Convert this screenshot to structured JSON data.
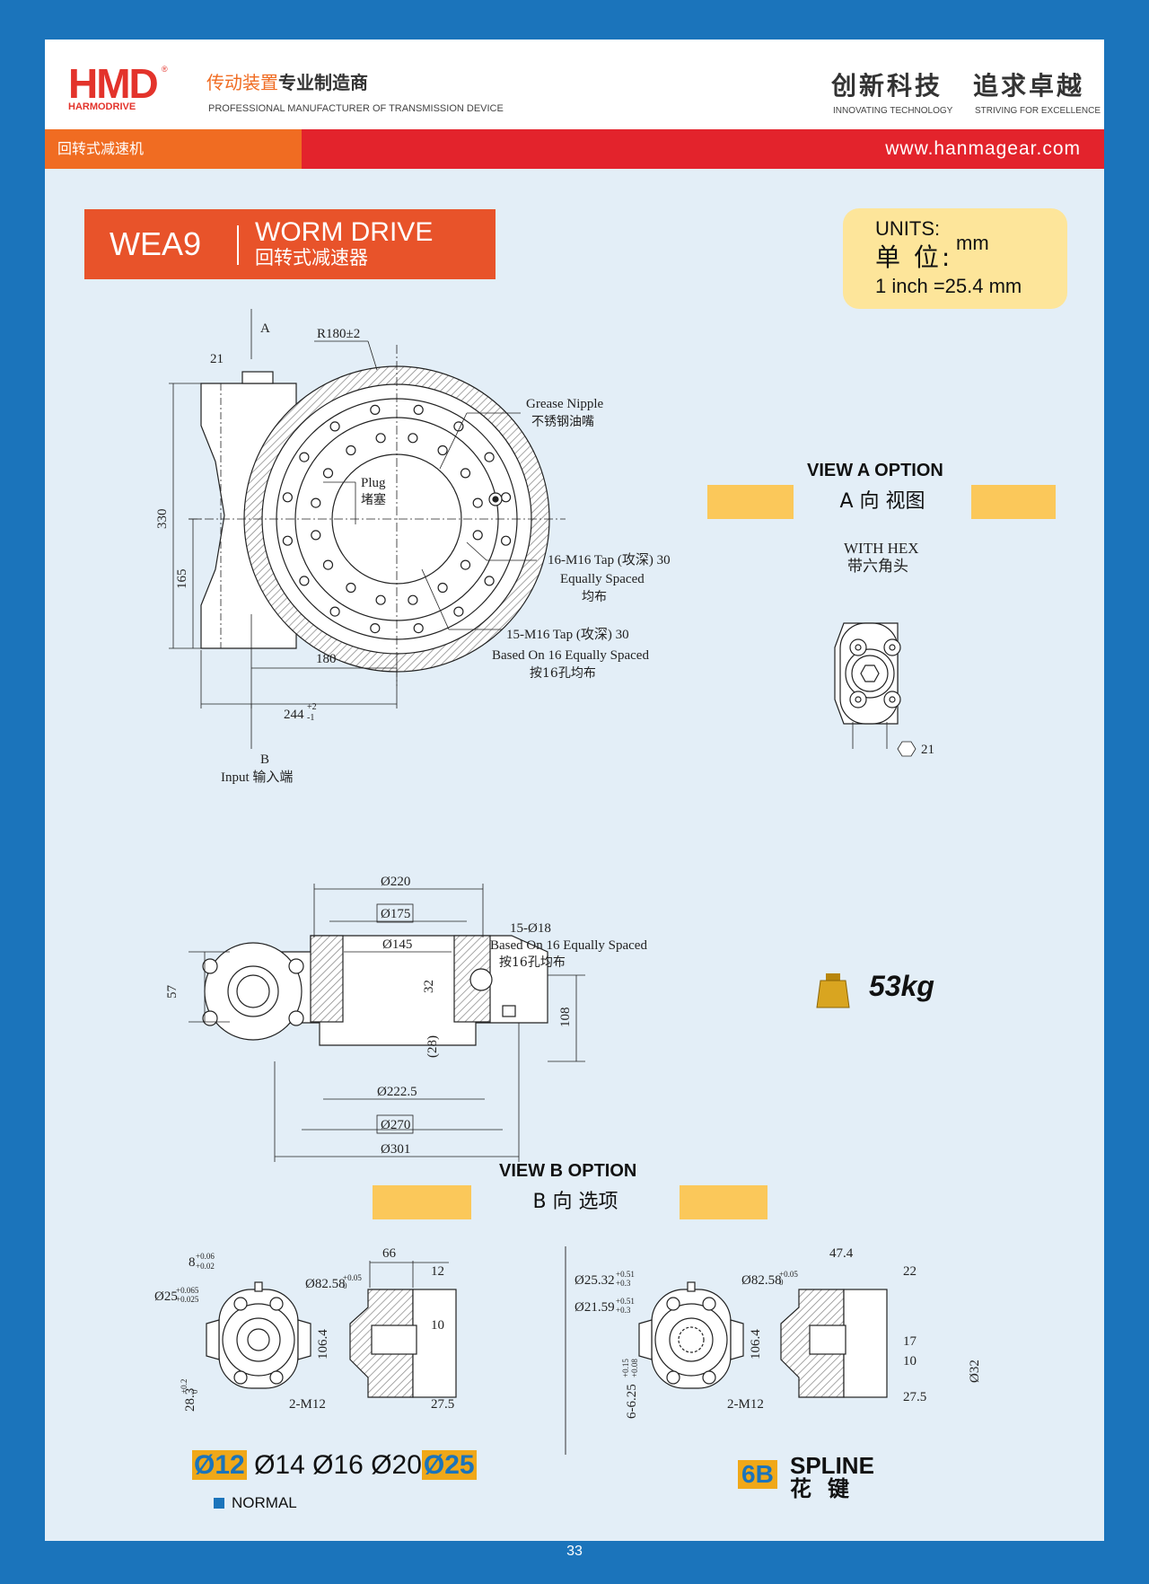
{
  "brand": {
    "logo": "HMD",
    "name": "HARMODRIVE",
    "reg": "®",
    "tagline_orange": "传动装置",
    "tagline_bold": "专业制造商",
    "tagline_en": "PROFESSIONAL MANUFACTURER OF TRANSMISSION DEVICE"
  },
  "slogan": {
    "left_cn": "创新科技",
    "left_en": "INNOVATING TECHNOLOGY",
    "right_cn": "追求卓越",
    "right_en": "STRIVING FOR EXCELLENCE"
  },
  "bar": {
    "category": "回转式减速机",
    "website": "www.hanmagear.com"
  },
  "model": {
    "code": "WEA9",
    "name_en": "WORM DRIVE",
    "name_cn": "回转式减速器"
  },
  "units": {
    "label_en": "UNITS:",
    "label_cn": "单 位:",
    "unit": "mm",
    "conversion": "1 inch =25.4 mm"
  },
  "drawing_top": {
    "A": "A",
    "B": "B",
    "hex": "21",
    "radius": "R180±2",
    "d330": "330",
    "d165": "165",
    "d180": "180",
    "d244": "244",
    "d244_tol_up": "+2",
    "d244_tol_dn": "-1",
    "grease_en": "Grease Nipple",
    "grease_cn": "不锈钢油嘴",
    "plug_en": "Plug",
    "plug_cn": "堵塞",
    "tap16_1": "16-M16 Tap (攻深) 30",
    "tap16_2": "Equally Spaced",
    "tap16_3": "均布",
    "tap15_1": "15-M16 Tap (攻深) 30",
    "tap15_2": "Based On 16 Equally Spaced",
    "tap15_3": "按16孔均布",
    "input": "Input  输入端"
  },
  "view_a": {
    "title": "VIEW A OPTION",
    "subtitle": "A 向 视图",
    "with_hex_en": "WITH HEX",
    "with_hex_cn": "带六角头",
    "hex": "21"
  },
  "drawing_side": {
    "d220": "Ø220",
    "d175": "Ø175",
    "d145": "Ø145",
    "holes1": "15-Ø18",
    "holes2": "Based On 16 Equally Spaced",
    "holes3": "按16孔均布",
    "h57": "57",
    "h32": "32",
    "h108": "108",
    "h28": "(28)",
    "d2225": "Ø222.5",
    "d270": "Ø270",
    "d301": "Ø301"
  },
  "weight": "53kg",
  "view_b": {
    "title": "VIEW B OPTION",
    "subtitle": "B 向 选项"
  },
  "drawing_b": {
    "l_key": "8",
    "l_key_up": "+0.06",
    "l_key_dn": "+0.02",
    "l_shaft": "Ø25",
    "l_shaft_up": "+0.065",
    "l_shaft_dn": "+0.025",
    "l_pilot": "Ø82.58",
    "l_pilot_up": "+0.05",
    "l_pilot_dn": "0",
    "l_106": "106.4",
    "l_28": "28.3",
    "l_28_up": "+0.2",
    "l_28_dn": "0",
    "l_m12": "2-M12",
    "l_66": "66",
    "l_12": "12",
    "l_10": "10",
    "l_275": "27.5",
    "r_d1": "Ø25.32",
    "r_d1_up": "+0.51",
    "r_d1_dn": "+0.3",
    "r_d2": "Ø21.59",
    "r_d2_up": "+0.51",
    "r_d2_dn": "+0.3",
    "r_pilot": "Ø82.58",
    "r_pilot_up": "+0.05",
    "r_pilot_dn": "0",
    "r_106": "106.4",
    "r_6": "6-6.25",
    "r_6_up": "+0.15",
    "r_6_dn": "+0.08",
    "r_m12": "2-M12",
    "r_474": "47.4",
    "r_22": "22",
    "r_17": "17",
    "r_10": "10",
    "r_275": "27.5",
    "r_32": "Ø32"
  },
  "sizes": {
    "s1": "Ø12",
    "s2": "Ø14",
    "s3": "Ø16",
    "s4": "Ø20",
    "s5": "Ø25",
    "normal": "NORMAL"
  },
  "spline": {
    "badge": "6B",
    "en": "SPLINE",
    "cn": "花键"
  },
  "page_number": "33"
}
